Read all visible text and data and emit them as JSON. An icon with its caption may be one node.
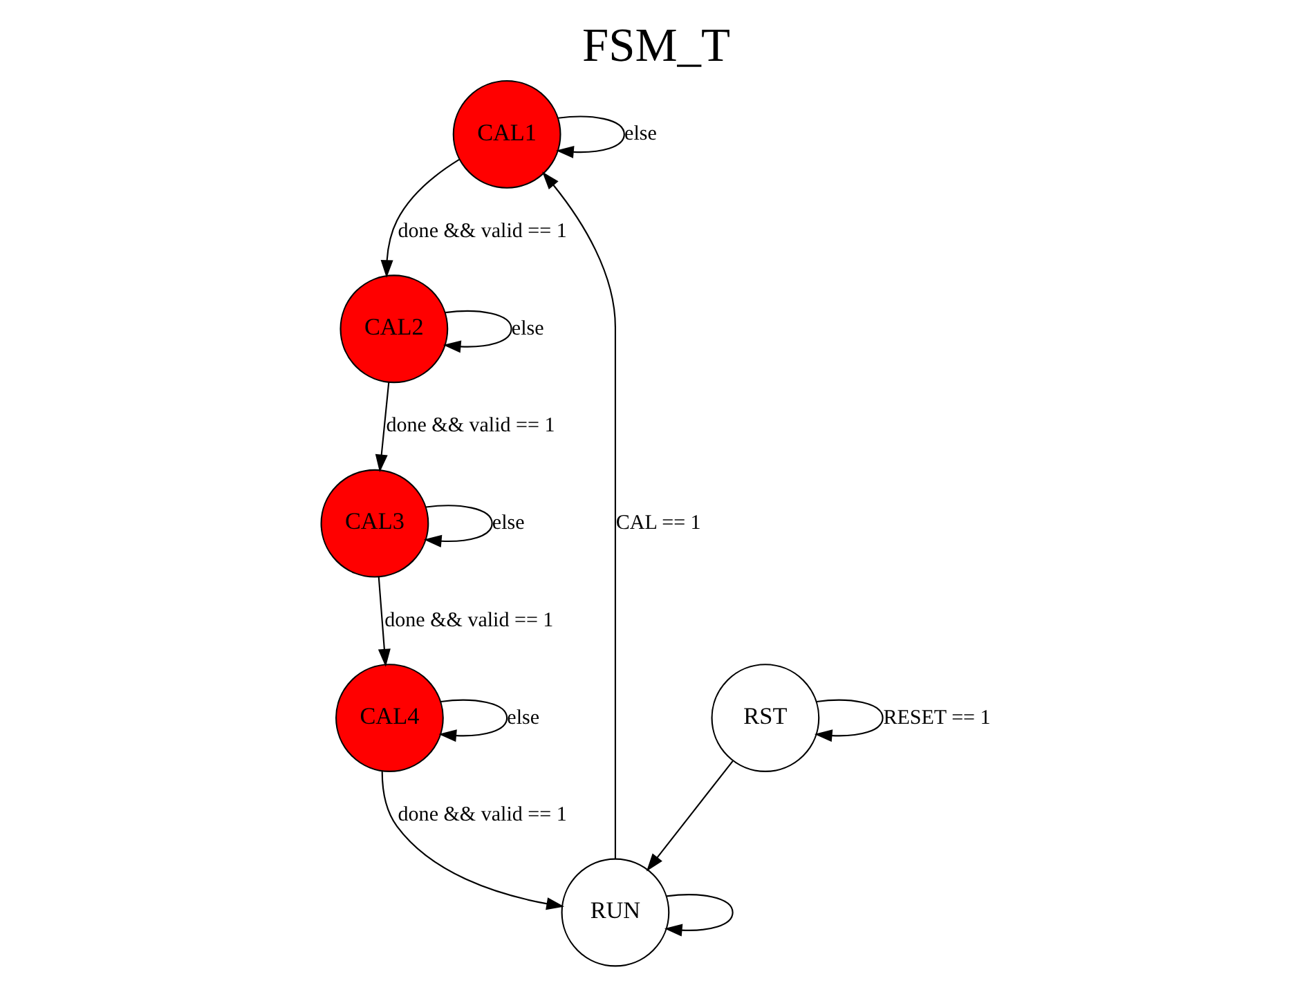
{
  "diagram": {
    "title": "FSM_T",
    "nodes": [
      {
        "text": [
          "CAL1"
        ]
      },
      {
        "text": [
          "CAL2"
        ]
      },
      {
        "text": [
          "RUN"
        ]
      },
      {
        "text": [
          "RST"
        ]
      },
      {
        "text": [
          "CAL3"
        ]
      },
      {
        "text": [
          "CAL4"
        ]
      }
    ],
    "edges": [
      {
        "from": 3,
        "to": 3,
        "arrow": "to",
        "label": "RESET == 1"
      },
      {
        "from": 3,
        "to": 2,
        "arrow": "to"
      },
      {
        "from": 2,
        "to": 2,
        "arrow": "to"
      },
      {
        "from": 2,
        "to": 0,
        "arrow": "to",
        "label": "CAL == 1"
      },
      {
        "from": 0,
        "to": 0,
        "arrow": "to",
        "label": "else"
      },
      {
        "from": 0,
        "to": 1,
        "arrow": "to",
        "label": "done && valid == 1"
      },
      {
        "from": 1,
        "to": 1,
        "arrow": "to",
        "label": "else"
      },
      {
        "from": 1,
        "to": 4,
        "arrow": "to",
        "label": "done && valid == 1"
      },
      {
        "from": 4,
        "to": 4,
        "arrow": "to",
        "label": "else"
      },
      {
        "from": 4,
        "to": 5,
        "arrow": "to",
        "label": "done && valid == 1"
      },
      {
        "from": 5,
        "to": 5,
        "arrow": "to",
        "label": "else"
      },
      {
        "from": 5,
        "to": 2,
        "arrow": "to",
        "label": "done && valid == 1"
      }
    ]
  }
}
